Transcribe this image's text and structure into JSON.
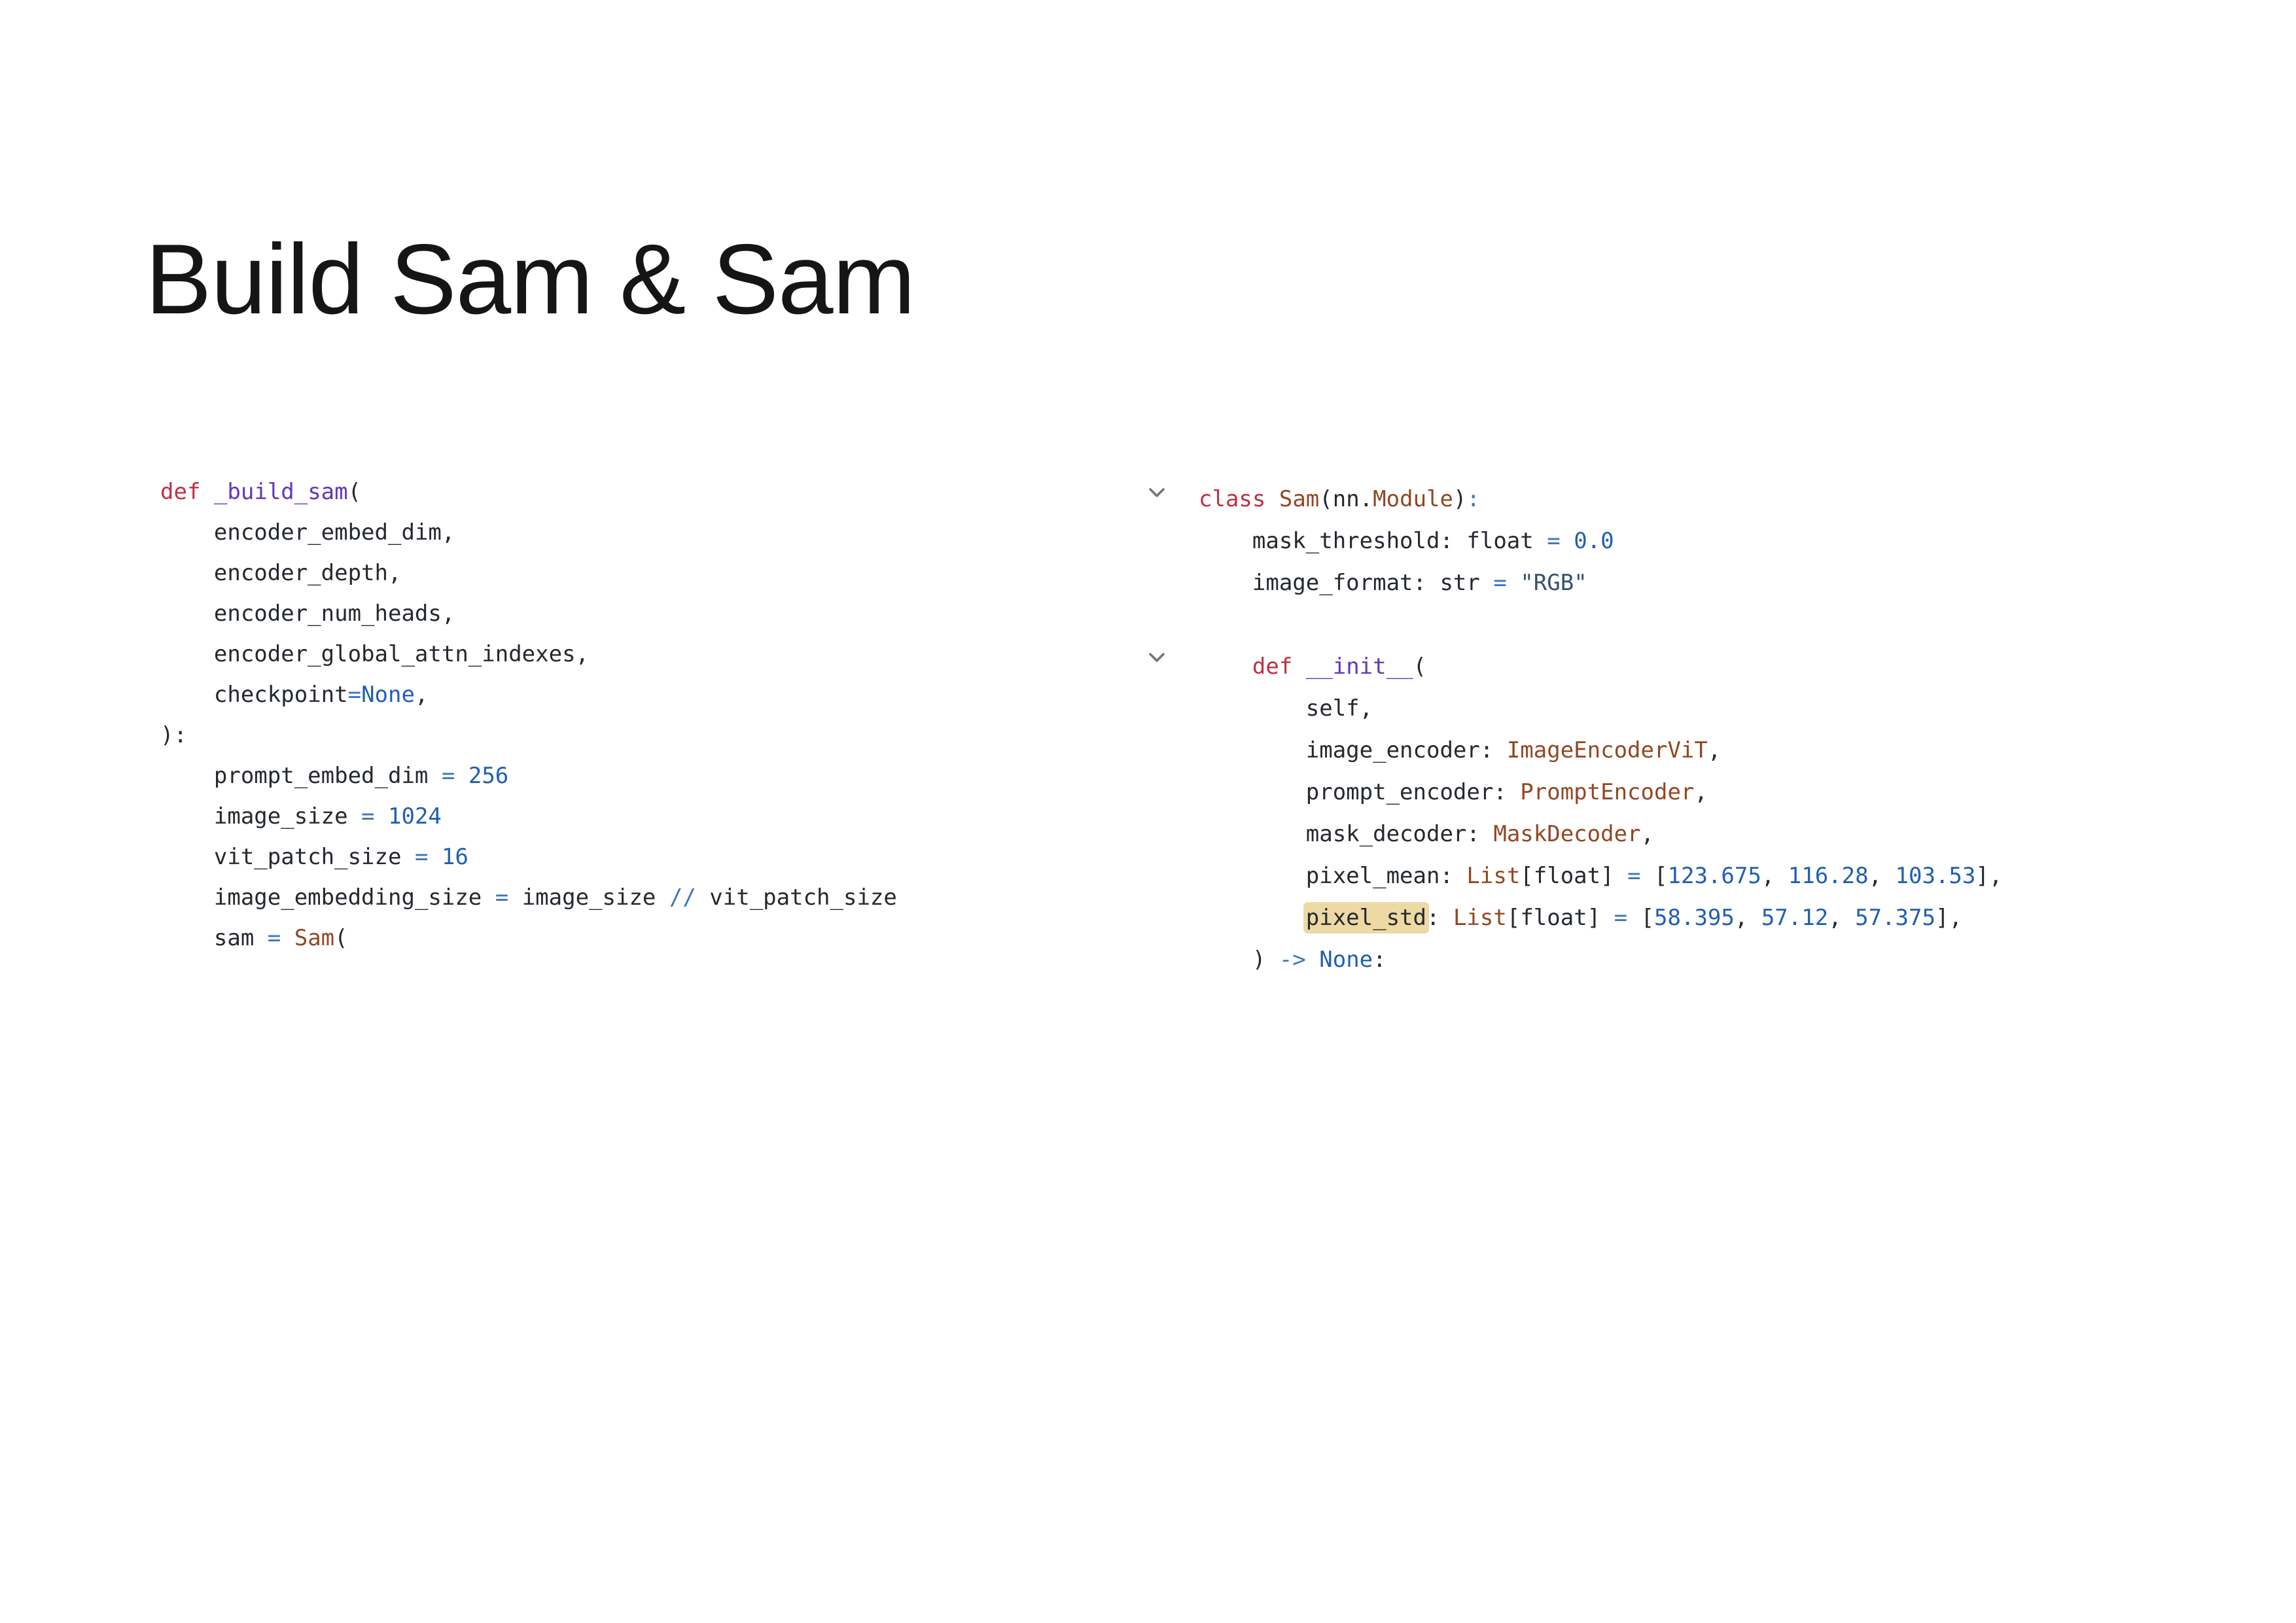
{
  "slide": {
    "title": "Build Sam & Sam",
    "background": "#ffffff",
    "title_color": "#151515"
  },
  "colors": {
    "keyword": "#c22f45",
    "function": "#6338b4",
    "type": "#934723",
    "number": "#2060b0",
    "operator": "#3b77bd",
    "string": "#37506d",
    "text": "#24292f",
    "chevron": "#70757c",
    "highlightBg": "#eed9a4"
  },
  "code_blocks": [
    {
      "id": "build-sam-function",
      "lines": [
        [
          [
            "kw",
            "def"
          ],
          [
            "txt",
            " "
          ],
          [
            "fn",
            "_build_sam"
          ],
          [
            "txt",
            "("
          ]
        ],
        [
          [
            "txt",
            "    encoder_embed_dim,"
          ]
        ],
        [
          [
            "txt",
            "    encoder_depth,"
          ]
        ],
        [
          [
            "txt",
            "    encoder_num_heads,"
          ]
        ],
        [
          [
            "txt",
            "    encoder_global_attn_indexes,"
          ]
        ],
        [
          [
            "txt",
            "    checkpoint"
          ],
          [
            "op",
            "="
          ],
          [
            "num",
            "None"
          ],
          [
            "txt",
            ","
          ]
        ],
        [
          [
            "txt",
            "):"
          ]
        ],
        [
          [
            "txt",
            "    prompt_embed_dim "
          ],
          [
            "op",
            "="
          ],
          [
            "txt",
            " "
          ],
          [
            "num",
            "256"
          ]
        ],
        [
          [
            "txt",
            "    image_size "
          ],
          [
            "op",
            "="
          ],
          [
            "txt",
            " "
          ],
          [
            "num",
            "1024"
          ]
        ],
        [
          [
            "txt",
            "    vit_patch_size "
          ],
          [
            "op",
            "="
          ],
          [
            "txt",
            " "
          ],
          [
            "num",
            "16"
          ]
        ],
        [
          [
            "txt",
            "    image_embedding_size "
          ],
          [
            "op",
            "="
          ],
          [
            "txt",
            " image_size "
          ],
          [
            "op",
            "//"
          ],
          [
            "txt",
            " vit_patch_size"
          ]
        ],
        [
          [
            "txt",
            "    sam "
          ],
          [
            "op",
            "="
          ],
          [
            "txt",
            " "
          ],
          [
            "cls",
            "Sam"
          ],
          [
            "txt",
            "("
          ]
        ]
      ]
    },
    {
      "id": "sam-class",
      "lines": [
        [
          [
            "kw",
            "class"
          ],
          [
            "txt",
            " "
          ],
          [
            "cls",
            "Sam"
          ],
          [
            "txt",
            "(nn."
          ],
          [
            "cls",
            "Module"
          ],
          [
            "txt",
            ")"
          ],
          [
            "op",
            ":"
          ]
        ],
        [
          [
            "txt",
            "    mask_threshold: float "
          ],
          [
            "op",
            "="
          ],
          [
            "txt",
            " "
          ],
          [
            "num",
            "0.0"
          ]
        ],
        [
          [
            "txt",
            "    image_format: str "
          ],
          [
            "op",
            "="
          ],
          [
            "txt",
            " "
          ],
          [
            "str",
            "\"RGB\""
          ]
        ],
        [],
        [
          [
            "txt",
            "    "
          ],
          [
            "kw",
            "def"
          ],
          [
            "txt",
            " "
          ],
          [
            "fn",
            "__init__"
          ],
          [
            "txt",
            "("
          ]
        ],
        [
          [
            "txt",
            "        self,"
          ]
        ],
        [
          [
            "txt",
            "        image_encoder: "
          ],
          [
            "cls",
            "ImageEncoderViT"
          ],
          [
            "txt",
            ","
          ]
        ],
        [
          [
            "txt",
            "        prompt_encoder: "
          ],
          [
            "cls",
            "PromptEncoder"
          ],
          [
            "txt",
            ","
          ]
        ],
        [
          [
            "txt",
            "        mask_decoder: "
          ],
          [
            "cls",
            "MaskDecoder"
          ],
          [
            "txt",
            ","
          ]
        ],
        [
          [
            "txt",
            "        pixel_mean: "
          ],
          [
            "cls",
            "List"
          ],
          [
            "txt",
            "[float] "
          ],
          [
            "op",
            "="
          ],
          [
            "txt",
            " ["
          ],
          [
            "num",
            "123.675"
          ],
          [
            "txt",
            ", "
          ],
          [
            "num",
            "116.28"
          ],
          [
            "txt",
            ", "
          ],
          [
            "num",
            "103.53"
          ],
          [
            "txt",
            "],"
          ]
        ],
        [
          [
            "txt",
            "        "
          ],
          [
            "hl",
            "pixel_std"
          ],
          [
            "txt",
            ": "
          ],
          [
            "cls",
            "List"
          ],
          [
            "txt",
            "[float] "
          ],
          [
            "op",
            "="
          ],
          [
            "txt",
            " ["
          ],
          [
            "num",
            "58.395"
          ],
          [
            "txt",
            ", "
          ],
          [
            "num",
            "57.12"
          ],
          [
            "txt",
            ", "
          ],
          [
            "num",
            "57.375"
          ],
          [
            "txt",
            "],"
          ]
        ],
        [
          [
            "txt",
            "    ) "
          ],
          [
            "op",
            "->"
          ],
          [
            "txt",
            " "
          ],
          [
            "num",
            "None"
          ],
          [
            "txt",
            ":"
          ]
        ]
      ]
    }
  ],
  "icons": {
    "fold_chevron": "chevron-down"
  }
}
